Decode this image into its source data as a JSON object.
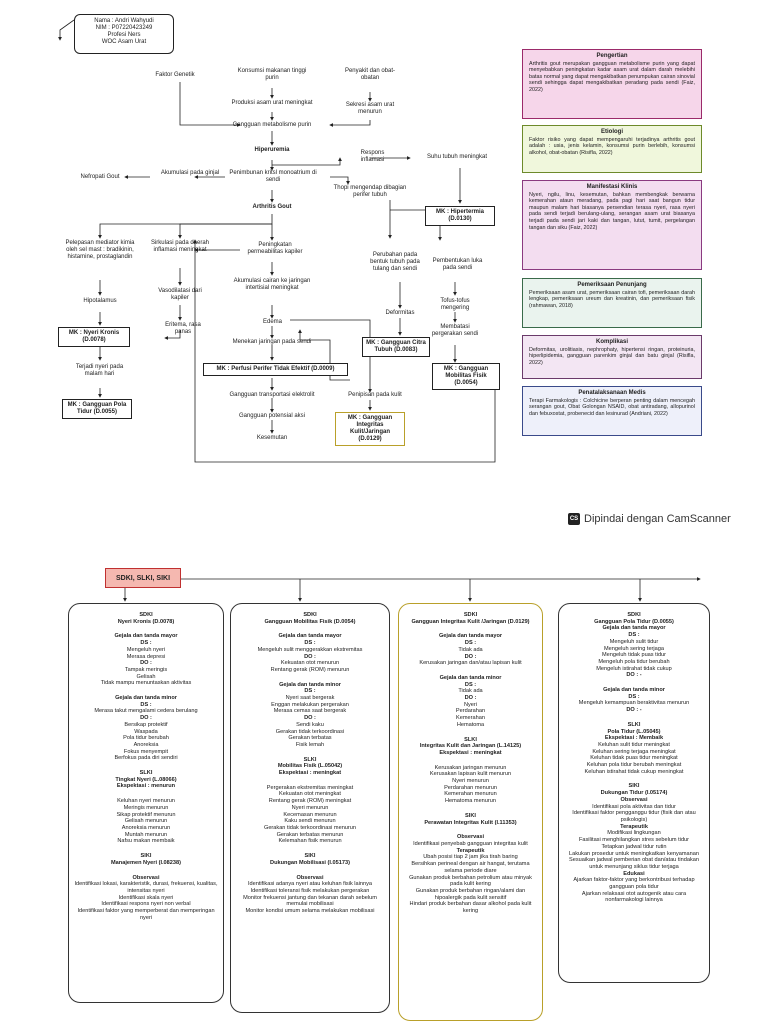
{
  "header": {
    "name": "Nama : Andri Wahyudi",
    "nim": "NIM : P07220423249",
    "prof": "Profesi Ners",
    "woc": "WOC Asam Urat"
  },
  "nodes": {
    "faktor_genetik": "Faktor Genetik",
    "konsumsi": "Konsumsi makanan tinggi purin",
    "penyakit": "Penyakit dan obat-obatan",
    "produksi": "Produksi asam urat meningkat",
    "sekresi": "Sekresi asam urat menurun",
    "gangguan_metabolisme": "Gangguan metabolisme purin",
    "hiperuremia": "Hiperuremia",
    "respons": "Respons inflamasi",
    "suhu": "Suhu tubuh meningkat",
    "nefropati": "Nefropati Gout",
    "akumulasi": "Akumulasi pada ginjal",
    "penimbunan": "Penimbunan kritsl monoatrium di sendi",
    "thopi": "Thopi mengendap dibagian perifer tubuh",
    "mk_hipertermia": "MK : Hipertermia (D.0130)",
    "arthritis": "Arthritis Gout",
    "pelepasan": "Pelepasan mediator kimia oleh sel mast : bradikinin, histamine, prostaglandin",
    "sirkulasi": "Sirkulasi pada daerah inflamasi meningkat",
    "peningkatan": "Peningkatan permeabilitas kapiler",
    "perubahan": "Perubahan pada bentuk tubuh pada tulang dan sendi",
    "pembentukan": "Pembentukan luka pada sendi",
    "vasodilatasi": "Vasodilatasi dari kapiler",
    "akumulasi_cairan": "Akumulasi cairan ke jaringan intertisial meningkat",
    "hipotalamus": "Hipotalamus",
    "tofus": "Tofus-tofus mengering",
    "deformitas": "Deformitas",
    "eritema": "Eritema, rasa panas",
    "mk_nyeri": "MK : Nyeri Kronis (D.0078)",
    "edema": "Edema",
    "membatasi": "Membatasi pergerakan sendi",
    "menekan": "Menekan jaringan pada sendi",
    "mk_citra": "MK : Gangguan Citra Tubuh (D.0083)",
    "terjadi_nyeri": "Terjadi nyeri pada malam hari",
    "mk_perfusi": "MK : Perfusi Perifer Tidak Efektif (D.0009)",
    "mk_mobilitas": "MK : Gangguan Mobilitas Fisik (D.0054)",
    "gangguan_transportasi": "Gangguan transportasi elektrolit",
    "penipisan": "Penipisan pada kulit",
    "mk_pola_tidur": "MK : Gangguan Pola Tidur (D.0055)",
    "gangguan_potensial": "Gangguan potensial aksi",
    "mk_integritas": "MK : Gangguan Integritas Kulit/Jaringan (D.0129)",
    "kesemutan": "Kesemutan"
  },
  "side": [
    {
      "title": "Pengertian",
      "text": "Arthritis gout merupakan gangguan metabolisme purin yang dapat menyebabkan peningkatan kadar asam urat dalam darah melebihi batas normal yang dapat mengakibatkan penumpukan cairan sinovial sendi sehingga dapat mengakibatkan peradang pada sendi (Faiz, 2022)",
      "bg": "#f6d6ea",
      "border": "#9b2a6a"
    },
    {
      "title": "Etiologi",
      "text": "Faktor risiko yang dapat mempengaruhi terjadinya arthritis gout adalah : usia, jenis kelamin, konsumsi purin berlebih, konsumsi alkohol, obat-obatan (Risifla, 2022)",
      "bg": "#f0f7dc",
      "border": "#6d8a2a"
    },
    {
      "title": "Manifestasi Klinis",
      "text": "Nyeri, ngilu, linu, kesemutan, bahkan membengkak berwarna kemerahan ataun meradang, pada pagi hari saat bangun tidur maupun malam hari biasanya persendian terasa nyeri, rasa nyeri pada sendi terjadi berulang-ulang, serangan asam urat biasanya terjadi pada sendi jari kaki dan tangan, lutut, tumit, pergelangan tangan dan siku (Faiz, 2022)",
      "bg": "#f3ddf0",
      "border": "#8a3a80"
    },
    {
      "title": "Pemeriksaan Penunjang",
      "text": "Pemeriksaan asam urat, pemeriksaan cairan tofi, pemeriksaan darah lengkap, pemeriksaan ureum dan kreatinin, dan pemeriksaan fisik (rahmawan, 2018)",
      "bg": "#eaf3ee",
      "border": "#3a6a4a"
    },
    {
      "title": "Komplikasi",
      "text": "Deformitas, urolitiasis, nephrophaty, hipertensi ringan, proteinuria, hiperlipidemia, gangguan parenkim ginjal dan batu ginjal (Risifla, 2022)",
      "bg": "#f3e6f3",
      "border": "#6a3a6a"
    },
    {
      "title": "Penatalaksanaan Medis",
      "text": "Terapi Farmakologis : Colchicine berperan penting dalam mencegah serangan gout, Obat Golongan NSAID, obat antiradang, allopurinol dan febuxostat, probenecid dan lesinurad (Andriani, 2022)",
      "bg": "#eef0fa",
      "border": "#3a4a8a"
    }
  ],
  "camscanner": {
    "logo": "CS",
    "text": "Dipindai dengan CamScanner"
  },
  "sdki_header": "SDKI, SLKI, SIKI",
  "columns": [
    [
      [
        "h",
        "SDKI"
      ],
      [
        "h",
        "Nyeri Kronis (D.0078)"
      ],
      [
        "s",
        ""
      ],
      [
        "h",
        "Gejala dan tanda mayor"
      ],
      [
        "h",
        "DS :"
      ],
      [
        "t",
        "Mengeluh nyeri"
      ],
      [
        "t",
        "Merasa depresi"
      ],
      [
        "h",
        "DO :"
      ],
      [
        "t",
        "Tampak meringis"
      ],
      [
        "t",
        "Gelisah"
      ],
      [
        "t",
        "Tidak mampu menuntaskan aktivitas"
      ],
      [
        "s",
        ""
      ],
      [
        "h",
        "Gejala dan tanda minor"
      ],
      [
        "h",
        "DS :"
      ],
      [
        "t",
        "Merasa takut mengalami cedera berulang"
      ],
      [
        "h",
        "DO :"
      ],
      [
        "t",
        "Bersikap protektif"
      ],
      [
        "t",
        "Waspada"
      ],
      [
        "t",
        "Pola tidur berubah"
      ],
      [
        "t",
        "Anoreksia"
      ],
      [
        "t",
        "Fokus menyempit"
      ],
      [
        "t",
        "Berfokus pada diri sendiri"
      ],
      [
        "s",
        ""
      ],
      [
        "h",
        "SLKI"
      ],
      [
        "h",
        "Tingkat Nyeri (L.08066)"
      ],
      [
        "h",
        "Ekspektasi : menurun"
      ],
      [
        "s",
        ""
      ],
      [
        "t",
        "Keluhan nyeri menurun"
      ],
      [
        "t",
        "Meringis menurun"
      ],
      [
        "t",
        "Sikap protektif menurun"
      ],
      [
        "t",
        "Gelisah menurun"
      ],
      [
        "t",
        "Anoreksia menurun"
      ],
      [
        "t",
        "Muntah menurun"
      ],
      [
        "t",
        "Nafsu makan membaik"
      ],
      [
        "s",
        ""
      ],
      [
        "h",
        "SIKI"
      ],
      [
        "h",
        "Manajemen Nyeri (I.08238)"
      ],
      [
        "s",
        ""
      ],
      [
        "h",
        "Observasi"
      ],
      [
        "t",
        "Identifikasi lokasi, karakteristik, durasi, frekuensi, kualitas, intensitas nyeri"
      ],
      [
        "t",
        "Identifikasi skala nyeri"
      ],
      [
        "t",
        "Identifikasi respons nyeri non verbal"
      ],
      [
        "t",
        "Identifikasi faktor yang memperberat dan memperingan nyeri"
      ]
    ],
    [
      [
        "h",
        "SDKI"
      ],
      [
        "h",
        "Gangguan Mobilitas Fisik (D.0054)"
      ],
      [
        "s",
        ""
      ],
      [
        "h",
        "Gejala dan tanda mayor"
      ],
      [
        "h",
        "DS :"
      ],
      [
        "t",
        "Mengeluh sulit menggerakkan ekstremitas"
      ],
      [
        "h",
        "DO :"
      ],
      [
        "t",
        "Kekuatan otot menurun"
      ],
      [
        "t",
        "Rentang gerak (ROM) menurun"
      ],
      [
        "s",
        ""
      ],
      [
        "h",
        "Gejala dan tanda minor"
      ],
      [
        "h",
        "DS :"
      ],
      [
        "t",
        "Nyeri saat bergerak"
      ],
      [
        "t",
        "Enggan melakukan pergerakan"
      ],
      [
        "t",
        "Merasa cemas saat bergerak"
      ],
      [
        "h",
        "DO :"
      ],
      [
        "t",
        "Sendi kaku"
      ],
      [
        "t",
        "Gerakan tidak terkoordinasi"
      ],
      [
        "t",
        "Gerakan terbatas"
      ],
      [
        "t",
        "Fisik lemah"
      ],
      [
        "s",
        ""
      ],
      [
        "h",
        "SLKI"
      ],
      [
        "h",
        "Mobilitas Fisik (L.05042)"
      ],
      [
        "h",
        "Ekspektasi : meningkat"
      ],
      [
        "s",
        ""
      ],
      [
        "t",
        "Pergerakan ekstremitas meningkat"
      ],
      [
        "t",
        "Kekuatan otot meningkat"
      ],
      [
        "t",
        "Rentang gerak (ROM) meningkat"
      ],
      [
        "t",
        "Nyeri menurun"
      ],
      [
        "t",
        "Kecemasan menurun"
      ],
      [
        "t",
        "Kaku sendi menurun"
      ],
      [
        "t",
        "Gerakan tidak terkoordinasi menurun"
      ],
      [
        "t",
        "Gerakan terbatas menurun"
      ],
      [
        "t",
        "Kelemahan fisik menurun"
      ],
      [
        "s",
        ""
      ],
      [
        "h",
        "SIKI"
      ],
      [
        "h",
        "Dukungan Mobilisasi (I.05173)"
      ],
      [
        "s",
        ""
      ],
      [
        "h",
        "Observasi"
      ],
      [
        "t",
        "Identifikasi adanya nyeri atau keluhan fisik lainnya"
      ],
      [
        "t",
        "Identifikasi toleransi fisik melakukan pergerakan"
      ],
      [
        "t",
        "Monitor frekuensi jantung dan tekanan darah sebelum memulai mobilisasi"
      ],
      [
        "t",
        "Monitor kondisi umum selama melakukan mobilisasi"
      ]
    ],
    [
      [
        "h",
        "SDKI"
      ],
      [
        "h",
        "Gangguan Integritas Kulit /Jaringan (D.0129)"
      ],
      [
        "s",
        ""
      ],
      [
        "h",
        "Gejala dan tanda mayor"
      ],
      [
        "h",
        "DS :"
      ],
      [
        "t",
        "Tidak ada"
      ],
      [
        "h",
        "DO :"
      ],
      [
        "t",
        "Kerusakan jaringan dan/atau lapisan kulit"
      ],
      [
        "s",
        ""
      ],
      [
        "h",
        "Gejala dan tanda minor"
      ],
      [
        "h",
        "DS :"
      ],
      [
        "t",
        "Tidak ada"
      ],
      [
        "h",
        "DO :"
      ],
      [
        "t",
        "Nyeri"
      ],
      [
        "t",
        "Perdarahan"
      ],
      [
        "t",
        "Kemerahan"
      ],
      [
        "t",
        "Hematoma"
      ],
      [
        "s",
        ""
      ],
      [
        "h",
        "SLKI"
      ],
      [
        "h",
        "Integritas Kulit dan Jaringan (L.14125)"
      ],
      [
        "h",
        "Ekspektasi : meningkat"
      ],
      [
        "s",
        ""
      ],
      [
        "t",
        "Kerusakan jaringan menurun"
      ],
      [
        "t",
        "Kerusakan lapisan kulit menurun"
      ],
      [
        "t",
        "Nyeri menurun"
      ],
      [
        "t",
        "Perdarahan menurun"
      ],
      [
        "t",
        "Kemerahan menurun"
      ],
      [
        "t",
        "Hematoma menurun"
      ],
      [
        "s",
        ""
      ],
      [
        "h",
        "SIKI"
      ],
      [
        "h",
        "Perawatan Integritas Kulit (I.11353)"
      ],
      [
        "s",
        ""
      ],
      [
        "h",
        "Observasi"
      ],
      [
        "t",
        "Identifikasi penyebab gangguan integritas kulit"
      ],
      [
        "h",
        "Terapeutik"
      ],
      [
        "t",
        "Ubah posisi tiap 2 jam jika tirah baring"
      ],
      [
        "t",
        "Bersihkan perineal dengan air hangat, terutama selama periode diare"
      ],
      [
        "t",
        "Gunakan produk berbahan petrolium atau minyak pada kulit kering"
      ],
      [
        "t",
        "Gunakan produk berbahan ringan/alami dan hipoalergik pada kulit sensitif"
      ],
      [
        "t",
        "Hindari produk berbahan dasar alkohol pada kulit kering"
      ]
    ],
    [
      [
        "h",
        "SDKI"
      ],
      [
        "h",
        "Gangguan Pola Tidur (D.0055)"
      ],
      [
        "h",
        "Gejala dan tanda mayor"
      ],
      [
        "h",
        "DS :"
      ],
      [
        "t",
        "Mengeluh sulit tidur"
      ],
      [
        "t",
        "Mengeluh sering terjaga"
      ],
      [
        "t",
        "Mengeluh tidak puas tidur"
      ],
      [
        "t",
        "Mengeluh pola tidur berubah"
      ],
      [
        "t",
        "Mengeluh istirahat tidak cukup"
      ],
      [
        "h",
        "DO : -"
      ],
      [
        "s",
        ""
      ],
      [
        "h",
        "Gejala dan tanda minor"
      ],
      [
        "h",
        "DS :"
      ],
      [
        "t",
        "Mengeluh kemampuan beraktivitas menurun"
      ],
      [
        "h",
        "DO : -"
      ],
      [
        "s",
        ""
      ],
      [
        "h",
        "SLKI"
      ],
      [
        "h",
        "Pola Tidur (L.05045)"
      ],
      [
        "h",
        "Ekspektasi : Membaik"
      ],
      [
        "t",
        "Keluhan sulit tidur meningkat"
      ],
      [
        "t",
        "Keluhan sering terjaga meningkat"
      ],
      [
        "t",
        "Keluhan tidak puas tidur meningkat"
      ],
      [
        "t",
        "Keluhan pola tidur berubah meningkat"
      ],
      [
        "t",
        "Keluhan istirahat tidak cukup meningkat"
      ],
      [
        "s",
        ""
      ],
      [
        "h",
        "SIKI"
      ],
      [
        "h",
        "Dukungan Tidur (I.05174)"
      ],
      [
        "h",
        "Observasi"
      ],
      [
        "t",
        "Identifikasi pola aktivitas dan tidur"
      ],
      [
        "t",
        "Identifikasi faktor pengganggu tidur (fisik dan atau psikologis)"
      ],
      [
        "h",
        "Terapeutik"
      ],
      [
        "t",
        "Modifikasi lingkungan"
      ],
      [
        "t",
        "Fasilitasi menghilangkan stres sebelum tidur"
      ],
      [
        "t",
        "Tetapkan jadwal tidur rutin"
      ],
      [
        "t",
        "Lakukan prosedur untuk meningkatkan kenyamanan"
      ],
      [
        "t",
        "Sesuaikan jadwal pemberian obat dan/atau tindakan untuk menunjang siklus tidur terjaga"
      ],
      [
        "h",
        "Edukasi"
      ],
      [
        "t",
        "Ajarkan faktor-faktor yang berkontribusi terhadap gangguan pola tidur"
      ],
      [
        "t",
        "Ajarkan relaksasi otot autogenik atau cara nonfarmakologi lainnya"
      ]
    ]
  ]
}
